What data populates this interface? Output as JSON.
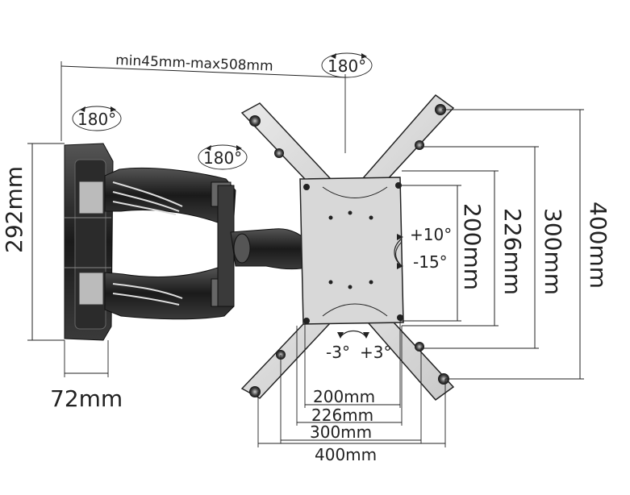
{
  "dimensions": {
    "arm_extension": "min45mm-max508mm",
    "wall_height": "292mm",
    "wall_width": "72mm",
    "vesa_v_200": "200mm",
    "vesa_v_226": "226mm",
    "vesa_v_300": "300mm",
    "vesa_v_400": "400mm",
    "vesa_h_200": "200mm",
    "vesa_h_226": "226mm",
    "vesa_h_300": "300mm",
    "vesa_h_400": "400mm"
  },
  "rotations": {
    "top": "180°",
    "wall_pivot": "180°",
    "arm_pivot": "180°"
  },
  "tilt": {
    "up": "+10°",
    "down": "-15°"
  },
  "level": {
    "left": "-3°",
    "right": "+3°"
  }
}
